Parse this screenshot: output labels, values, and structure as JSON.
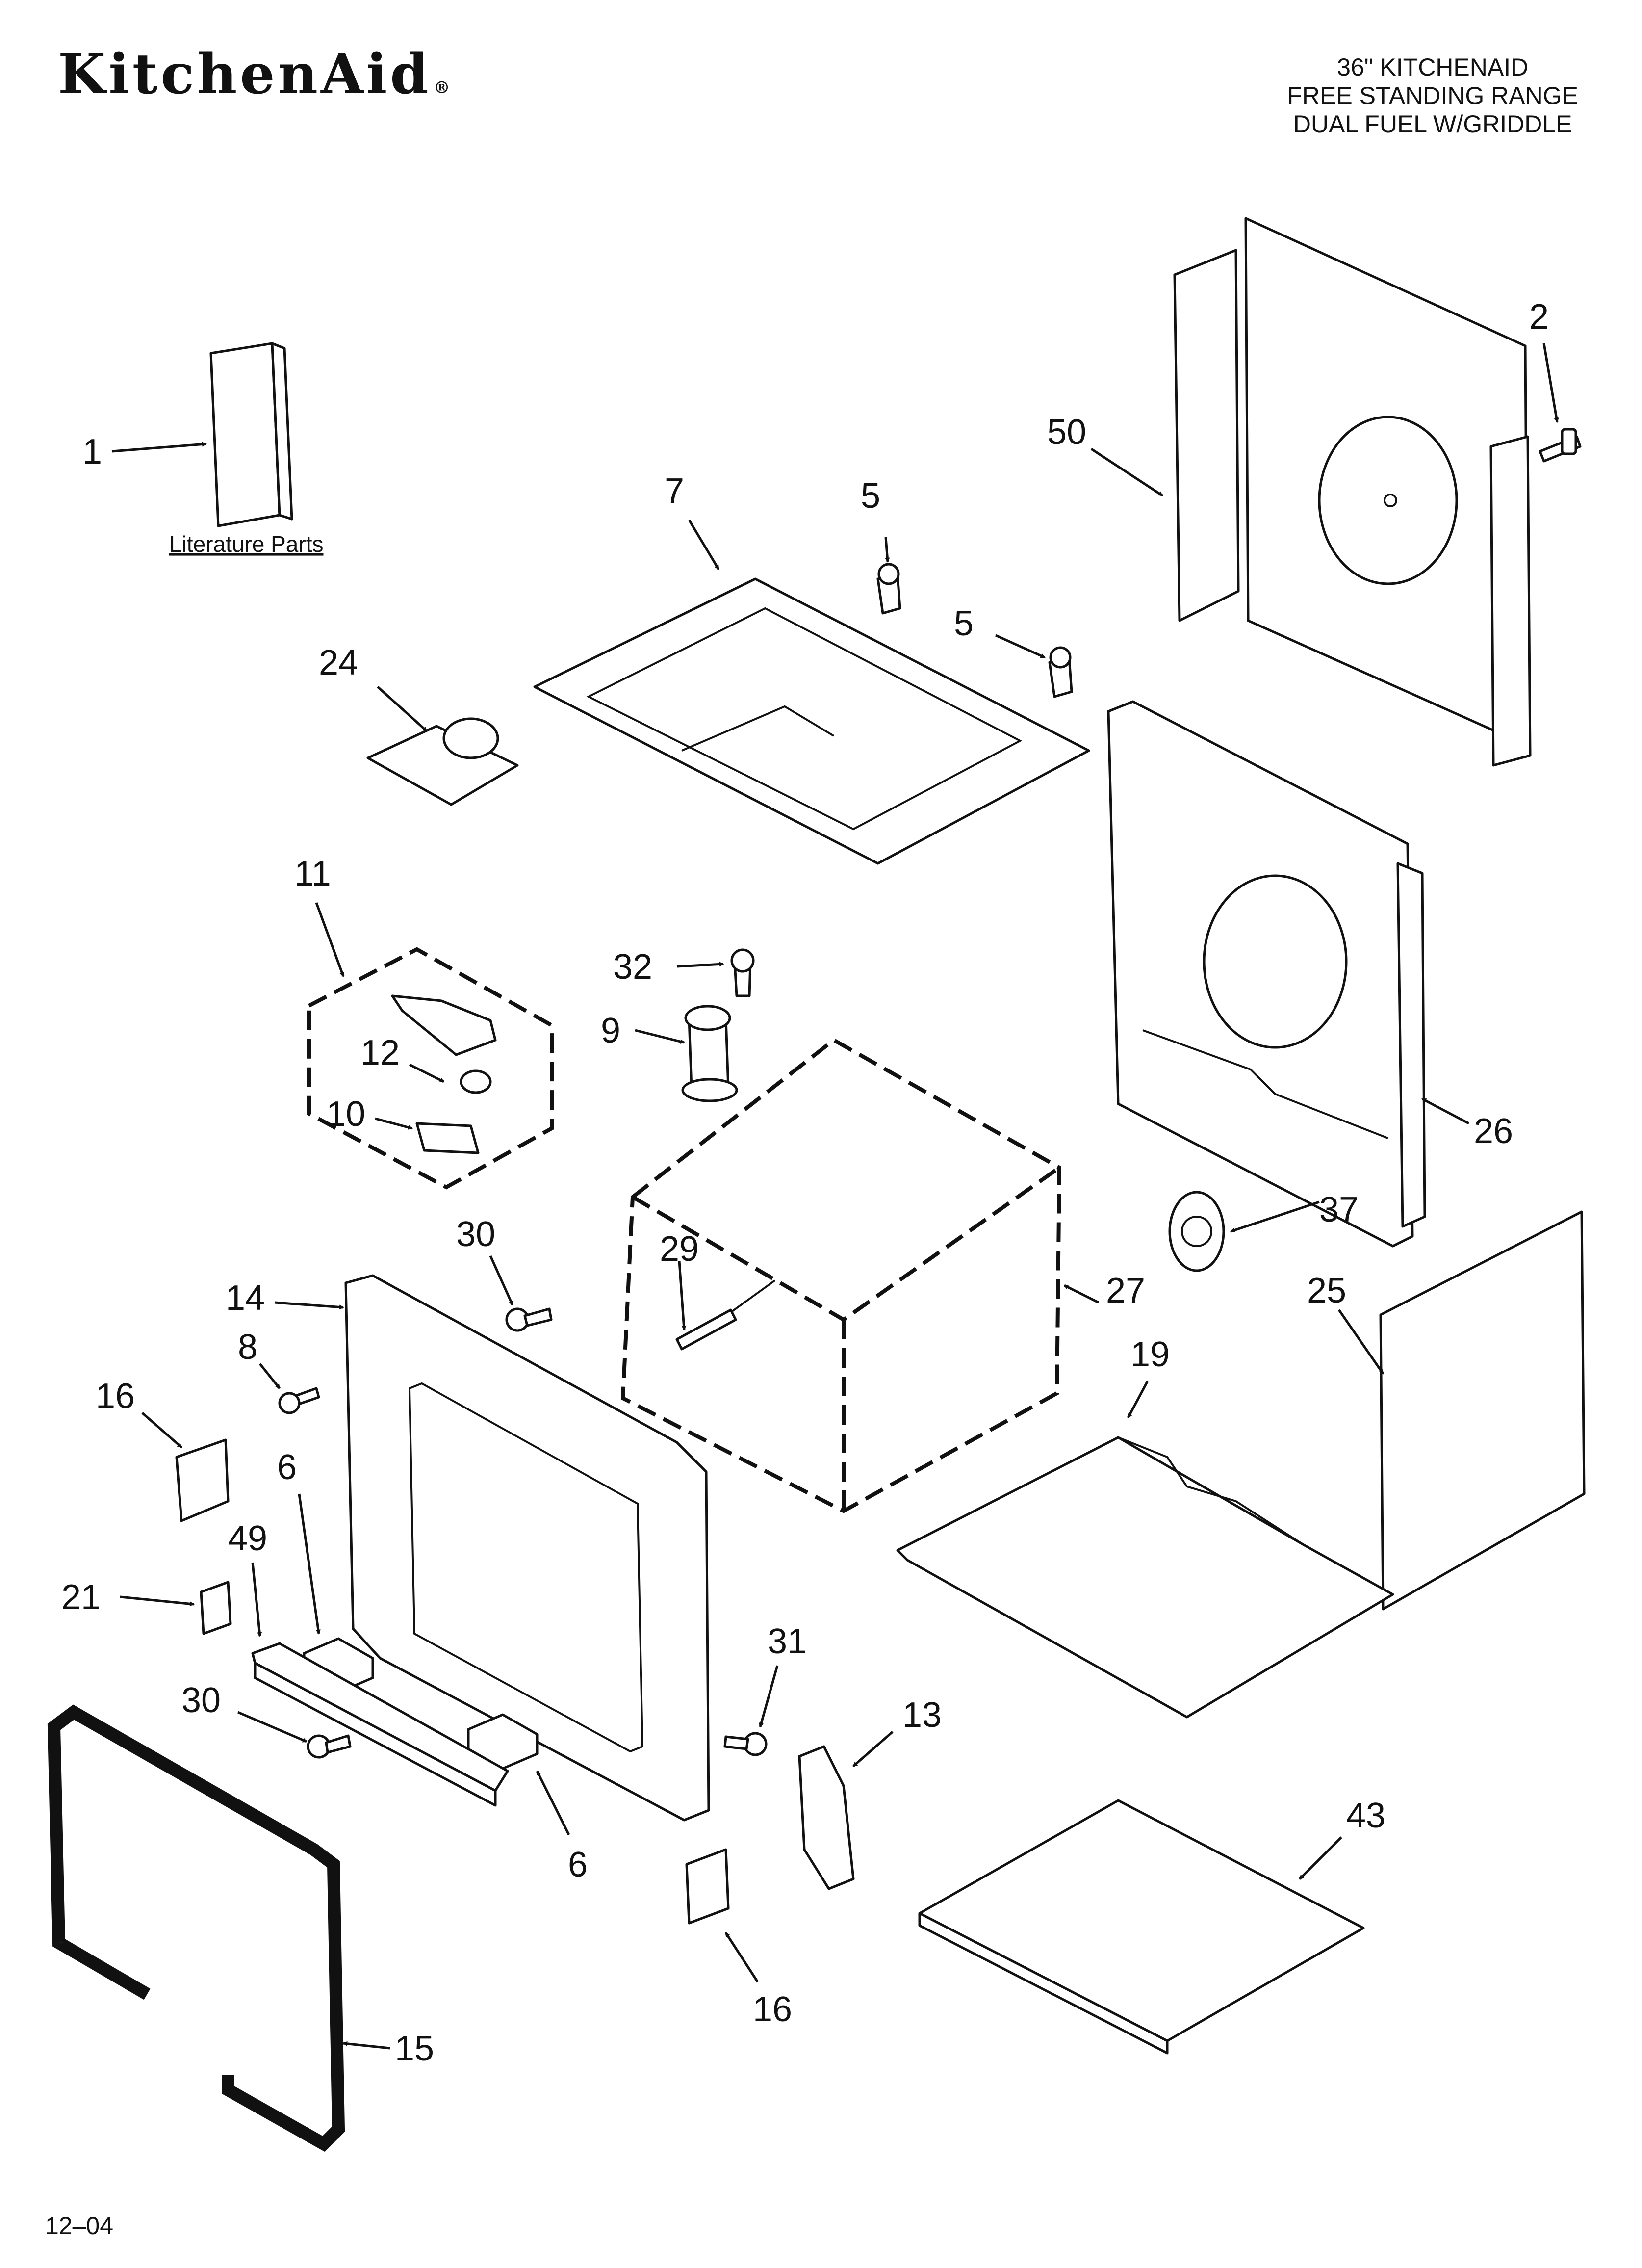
{
  "header": {
    "brand": "KitchenAid",
    "brand_mark": "®",
    "title_lines": [
      "36\" KITCHENAID",
      "FREE STANDING RANGE",
      "DUAL FUEL W/GRIDDLE"
    ]
  },
  "literature_caption": "Literature Parts",
  "footer": {
    "date_code": "12–04"
  },
  "callouts": [
    {
      "id": "c1",
      "label": "1"
    },
    {
      "id": "c2",
      "label": "2"
    },
    {
      "id": "c50",
      "label": "50"
    },
    {
      "id": "c7",
      "label": "7"
    },
    {
      "id": "c5a",
      "label": "5"
    },
    {
      "id": "c5b",
      "label": "5"
    },
    {
      "id": "c24",
      "label": "24"
    },
    {
      "id": "c11",
      "label": "11"
    },
    {
      "id": "c12",
      "label": "12"
    },
    {
      "id": "c10",
      "label": "10"
    },
    {
      "id": "c32",
      "label": "32"
    },
    {
      "id": "c9",
      "label": "9"
    },
    {
      "id": "c26",
      "label": "26"
    },
    {
      "id": "c37",
      "label": "37"
    },
    {
      "id": "c30a",
      "label": "30"
    },
    {
      "id": "c29",
      "label": "29"
    },
    {
      "id": "c27",
      "label": "27"
    },
    {
      "id": "c25",
      "label": "25"
    },
    {
      "id": "c14",
      "label": "14"
    },
    {
      "id": "c8",
      "label": "8"
    },
    {
      "id": "c16a",
      "label": "16"
    },
    {
      "id": "c19",
      "label": "19"
    },
    {
      "id": "c6a",
      "label": "6"
    },
    {
      "id": "c49",
      "label": "49"
    },
    {
      "id": "c21",
      "label": "21"
    },
    {
      "id": "c31",
      "label": "31"
    },
    {
      "id": "c30b",
      "label": "30"
    },
    {
      "id": "c13",
      "label": "13"
    },
    {
      "id": "c43",
      "label": "43"
    },
    {
      "id": "c6b",
      "label": "6"
    },
    {
      "id": "c16b",
      "label": "16"
    },
    {
      "id": "c15",
      "label": "15"
    }
  ]
}
